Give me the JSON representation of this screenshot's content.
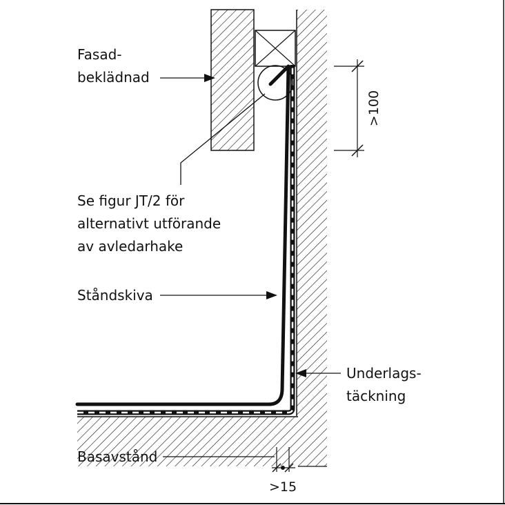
{
  "labels": {
    "fasad_line1": "Fasad-",
    "fasad_line2": "beklädnad",
    "se_figur_line1": "Se figur JT/2 för",
    "se_figur_line2": "alternativt utförande",
    "se_figur_line3": "av avledarhake",
    "standskiva": "Ståndskiva",
    "underlag_line1": "Underlags-",
    "underlag_line2": "täckning",
    "basavstand": "Basavstånd"
  },
  "dimensions": {
    "upstand_min": ">100",
    "base_gap_min": ">15"
  },
  "colors": {
    "ink": "#111111",
    "hatch": "#222222",
    "background": "#ffffff"
  }
}
